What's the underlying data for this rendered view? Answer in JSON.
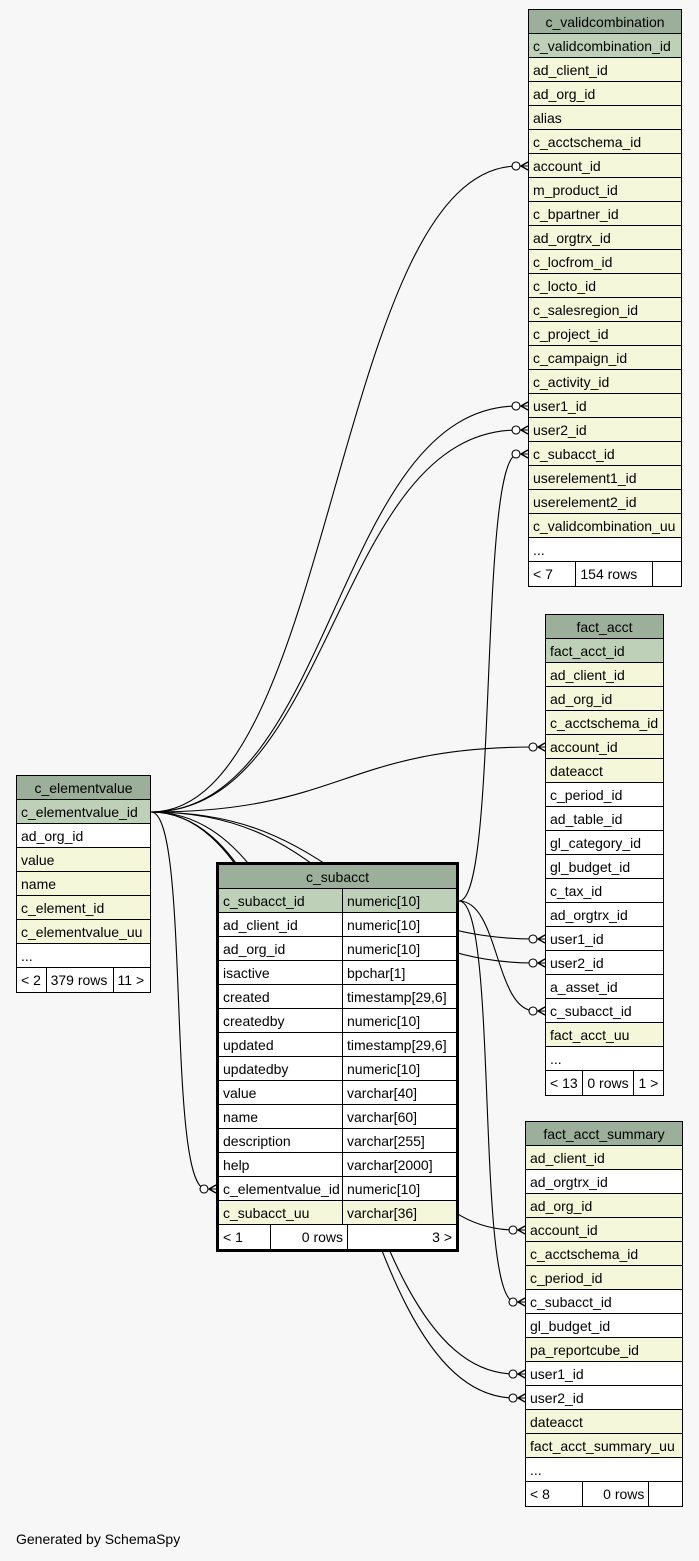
{
  "footer_text": "Generated by SchemaSpy",
  "tables": {
    "c_validcombination": {
      "name": "c_validcombination",
      "columns": [
        {
          "name": "c_validcombination_id",
          "kind": "pk"
        },
        {
          "name": "ad_client_id",
          "kind": "idx"
        },
        {
          "name": "ad_org_id",
          "kind": "idx"
        },
        {
          "name": "alias",
          "kind": "idx"
        },
        {
          "name": "c_acctschema_id",
          "kind": "idx"
        },
        {
          "name": "account_id",
          "kind": "idx"
        },
        {
          "name": "m_product_id",
          "kind": "idx"
        },
        {
          "name": "c_bpartner_id",
          "kind": "idx"
        },
        {
          "name": "ad_orgtrx_id",
          "kind": "idx"
        },
        {
          "name": "c_locfrom_id",
          "kind": "idx"
        },
        {
          "name": "c_locto_id",
          "kind": "idx"
        },
        {
          "name": "c_salesregion_id",
          "kind": "idx"
        },
        {
          "name": "c_project_id",
          "kind": "idx"
        },
        {
          "name": "c_campaign_id",
          "kind": "idx"
        },
        {
          "name": "c_activity_id",
          "kind": "idx"
        },
        {
          "name": "user1_id",
          "kind": "idx"
        },
        {
          "name": "user2_id",
          "kind": "idx"
        },
        {
          "name": "c_subacct_id",
          "kind": "idx"
        },
        {
          "name": "userelement1_id",
          "kind": "idx"
        },
        {
          "name": "userelement2_id",
          "kind": "idx"
        },
        {
          "name": "c_validcombination_uu",
          "kind": "idx"
        },
        {
          "name": "...",
          "kind": "more"
        }
      ],
      "footer": [
        "< 7",
        "154 rows",
        ""
      ]
    },
    "fact_acct": {
      "name": "fact_acct",
      "columns": [
        {
          "name": "fact_acct_id",
          "kind": "pk"
        },
        {
          "name": "ad_client_id",
          "kind": "idx"
        },
        {
          "name": "ad_org_id",
          "kind": "idx"
        },
        {
          "name": "c_acctschema_id",
          "kind": "idx"
        },
        {
          "name": "account_id",
          "kind": "idx"
        },
        {
          "name": "dateacct",
          "kind": "idx"
        },
        {
          "name": "c_period_id",
          "kind": "plain"
        },
        {
          "name": "ad_table_id",
          "kind": "plain"
        },
        {
          "name": "gl_category_id",
          "kind": "plain"
        },
        {
          "name": "gl_budget_id",
          "kind": "plain"
        },
        {
          "name": "c_tax_id",
          "kind": "plain"
        },
        {
          "name": "ad_orgtrx_id",
          "kind": "plain"
        },
        {
          "name": "user1_id",
          "kind": "plain"
        },
        {
          "name": "user2_id",
          "kind": "plain"
        },
        {
          "name": "a_asset_id",
          "kind": "plain"
        },
        {
          "name": "c_subacct_id",
          "kind": "plain"
        },
        {
          "name": "fact_acct_uu",
          "kind": "idx"
        },
        {
          "name": "...",
          "kind": "more"
        }
      ],
      "footer": [
        "< 13",
        "0 rows",
        "1 >"
      ]
    },
    "c_elementvalue": {
      "name": "c_elementvalue",
      "columns": [
        {
          "name": "c_elementvalue_id",
          "kind": "pk"
        },
        {
          "name": "ad_org_id",
          "kind": "plain"
        },
        {
          "name": "value",
          "kind": "idx"
        },
        {
          "name": "name",
          "kind": "idx"
        },
        {
          "name": "c_element_id",
          "kind": "idx"
        },
        {
          "name": "c_elementvalue_uu",
          "kind": "idx"
        },
        {
          "name": "...",
          "kind": "more"
        }
      ],
      "footer": [
        "< 2",
        "379 rows",
        "11 >"
      ]
    },
    "c_subacct": {
      "name": "c_subacct",
      "columns": [
        {
          "name": "c_subacct_id",
          "type": "numeric[10]",
          "kind": "pk"
        },
        {
          "name": "ad_client_id",
          "type": "numeric[10]",
          "kind": "plain"
        },
        {
          "name": "ad_org_id",
          "type": "numeric[10]",
          "kind": "plain"
        },
        {
          "name": "isactive",
          "type": "bpchar[1]",
          "kind": "plain"
        },
        {
          "name": "created",
          "type": "timestamp[29,6]",
          "kind": "plain"
        },
        {
          "name": "createdby",
          "type": "numeric[10]",
          "kind": "plain"
        },
        {
          "name": "updated",
          "type": "timestamp[29,6]",
          "kind": "plain"
        },
        {
          "name": "updatedby",
          "type": "numeric[10]",
          "kind": "plain"
        },
        {
          "name": "value",
          "type": "varchar[40]",
          "kind": "plain"
        },
        {
          "name": "name",
          "type": "varchar[60]",
          "kind": "plain"
        },
        {
          "name": "description",
          "type": "varchar[255]",
          "kind": "plain"
        },
        {
          "name": "help",
          "type": "varchar[2000]",
          "kind": "plain"
        },
        {
          "name": "c_elementvalue_id",
          "type": "numeric[10]",
          "kind": "plain"
        },
        {
          "name": "c_subacct_uu",
          "type": "varchar[36]",
          "kind": "idx"
        }
      ],
      "footer": [
        "< 1",
        "0 rows",
        "3 >"
      ]
    },
    "fact_acct_summary": {
      "name": "fact_acct_summary",
      "columns": [
        {
          "name": "ad_client_id",
          "kind": "idx"
        },
        {
          "name": "ad_orgtrx_id",
          "kind": "plain"
        },
        {
          "name": "ad_org_id",
          "kind": "idx"
        },
        {
          "name": "account_id",
          "kind": "idx"
        },
        {
          "name": "c_acctschema_id",
          "kind": "idx"
        },
        {
          "name": "c_period_id",
          "kind": "idx"
        },
        {
          "name": "c_subacct_id",
          "kind": "plain"
        },
        {
          "name": "gl_budget_id",
          "kind": "plain"
        },
        {
          "name": "pa_reportcube_id",
          "kind": "idx"
        },
        {
          "name": "user1_id",
          "kind": "plain"
        },
        {
          "name": "user2_id",
          "kind": "plain"
        },
        {
          "name": "dateacct",
          "kind": "idx"
        },
        {
          "name": "fact_acct_summary_uu",
          "kind": "idx"
        },
        {
          "name": "...",
          "kind": "more"
        }
      ],
      "footer": [
        "< 8",
        "0 rows",
        ""
      ]
    }
  },
  "relationships": [
    {
      "from": "c_elementvalue.c_elementvalue_id",
      "to": "c_validcombination.account_id"
    },
    {
      "from": "c_elementvalue.c_elementvalue_id",
      "to": "c_validcombination.user1_id"
    },
    {
      "from": "c_elementvalue.c_elementvalue_id",
      "to": "c_validcombination.user2_id"
    },
    {
      "from": "c_subacct.c_subacct_id",
      "to": "c_validcombination.c_subacct_id"
    },
    {
      "from": "c_elementvalue.c_elementvalue_id",
      "to": "fact_acct.account_id"
    },
    {
      "from": "c_elementvalue.c_elementvalue_id",
      "to": "fact_acct.user1_id"
    },
    {
      "from": "c_elementvalue.c_elementvalue_id",
      "to": "fact_acct.user2_id"
    },
    {
      "from": "c_subacct.c_subacct_id",
      "to": "fact_acct.c_subacct_id"
    },
    {
      "from": "c_elementvalue.c_elementvalue_id",
      "to": "c_subacct.c_elementvalue_id"
    },
    {
      "from": "c_elementvalue.c_elementvalue_id",
      "to": "fact_acct_summary.account_id"
    },
    {
      "from": "c_subacct.c_subacct_id",
      "to": "fact_acct_summary.c_subacct_id"
    },
    {
      "from": "c_elementvalue.c_elementvalue_id",
      "to": "fact_acct_summary.user1_id"
    },
    {
      "from": "c_elementvalue.c_elementvalue_id",
      "to": "fact_acct_summary.user2_id"
    }
  ]
}
